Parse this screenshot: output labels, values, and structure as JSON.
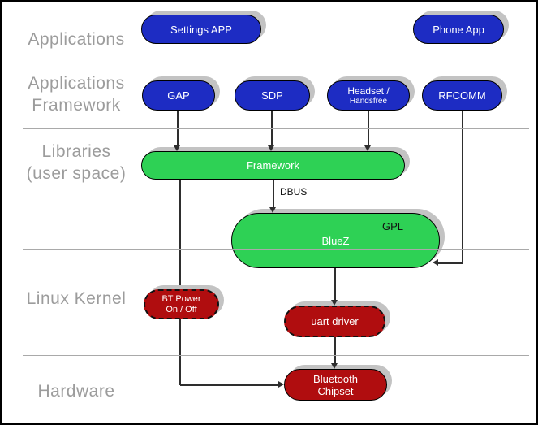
{
  "layers": {
    "applications": "Applications",
    "applications_framework_line1": "Applications",
    "applications_framework_line2": "Framework",
    "libraries_line1": "Libraries",
    "libraries_line2": "(user space)",
    "linux_kernel": "Linux Kernel",
    "hardware": "Hardware"
  },
  "nodes": {
    "settings_app": "Settings APP",
    "phone_app": "Phone App",
    "gap": "GAP",
    "sdp": "SDP",
    "headset_line1": "Headset /",
    "headset_line2": "Handsfree",
    "rfcomm": "RFCOMM",
    "framework": "Framework",
    "bluez": "BlueZ",
    "gpl": "GPL",
    "bt_power_line1": "BT Power",
    "bt_power_line2": "On / Off",
    "uart_driver": "uart driver",
    "chipset_line1": "Bluetooth",
    "chipset_line2": "Chipset"
  },
  "edge_labels": {
    "dbus": "DBUS"
  },
  "colors": {
    "app_blue": "#1d2cc3",
    "lib_green": "#2ed155",
    "kernel_red": "#b00d0f",
    "layer_label_gray": "#9c9c9c",
    "separator_gray": "#a9a9a9",
    "line_dark": "#2e2e2e",
    "shadow_gray": "#c3c3c3"
  }
}
